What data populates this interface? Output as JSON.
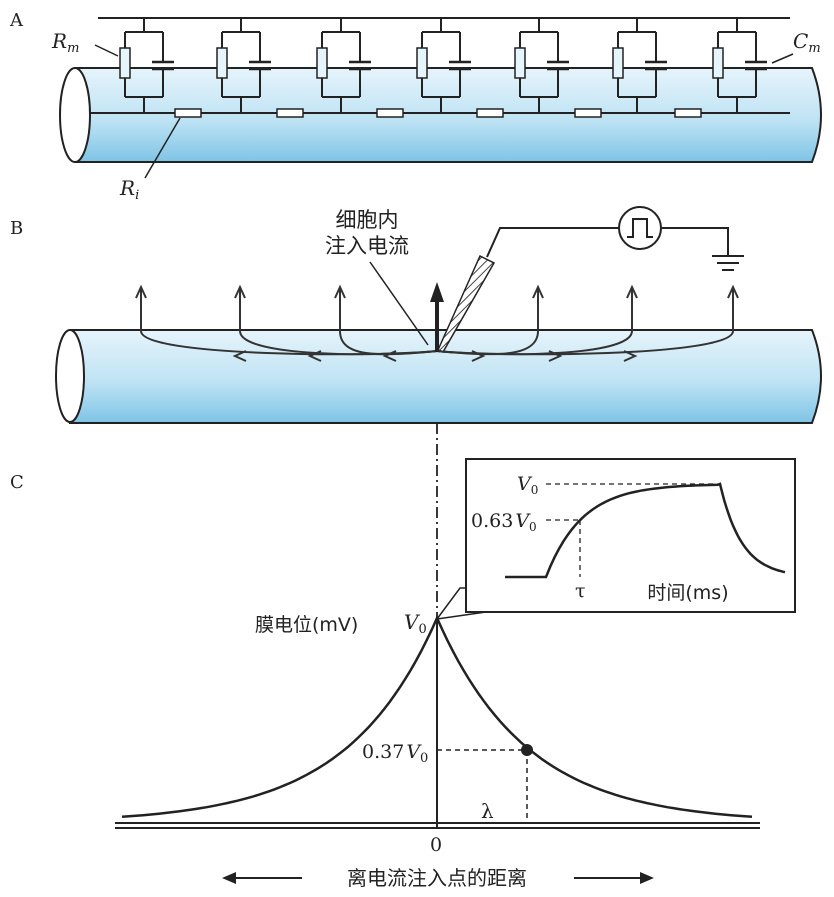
{
  "panels": {
    "a": "A",
    "b": "B",
    "c": "C"
  },
  "panel_a": {
    "rm_label": "R",
    "rm_sub": "m",
    "cm_label": "C",
    "cm_sub": "m",
    "ri_label": "R",
    "ri_sub": "i"
  },
  "panel_b": {
    "injection_line1": "细胞内",
    "injection_line2": "注入电流"
  },
  "panel_c": {
    "y_label": "膜电位(mV)",
    "v0": "V",
    "v0_sub": "0",
    "v037": "0.37",
    "origin": "0",
    "lambda": "λ",
    "x_label": "离电流注入点的距离",
    "inset": {
      "v0": "V",
      "v0_sub": "0",
      "v063": "0.63",
      "tau": "τ",
      "time_label": "时间(ms)"
    }
  },
  "colors": {
    "cable_fill": "#bfe3f4",
    "line": "#333333"
  }
}
